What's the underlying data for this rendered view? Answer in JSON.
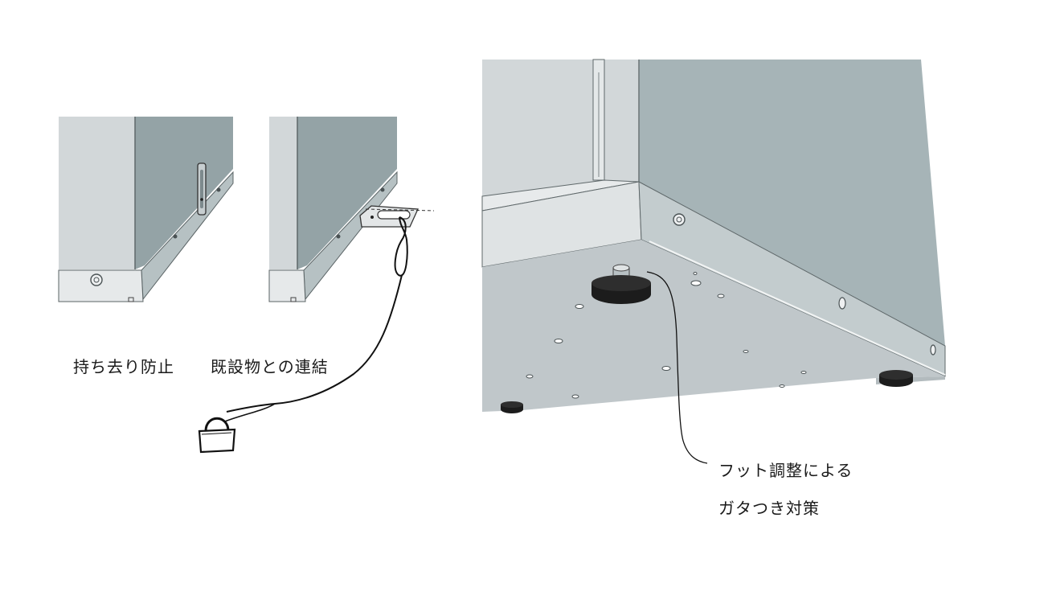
{
  "captions": {
    "anti_theft": "持ち去り防止",
    "tie_down": "既設物との連結",
    "foot_line1": "フット調整による",
    "foot_line2": "ガタつき対策"
  },
  "colors": {
    "panel_front": "#d2d7d9",
    "panel_side": "#94a3a6",
    "panel_side_large": "#a6b4b7",
    "base_bottom": "#c0c7ca",
    "outline": "#3a3f41",
    "foot": "#1c1c1c",
    "line": "#111111"
  }
}
